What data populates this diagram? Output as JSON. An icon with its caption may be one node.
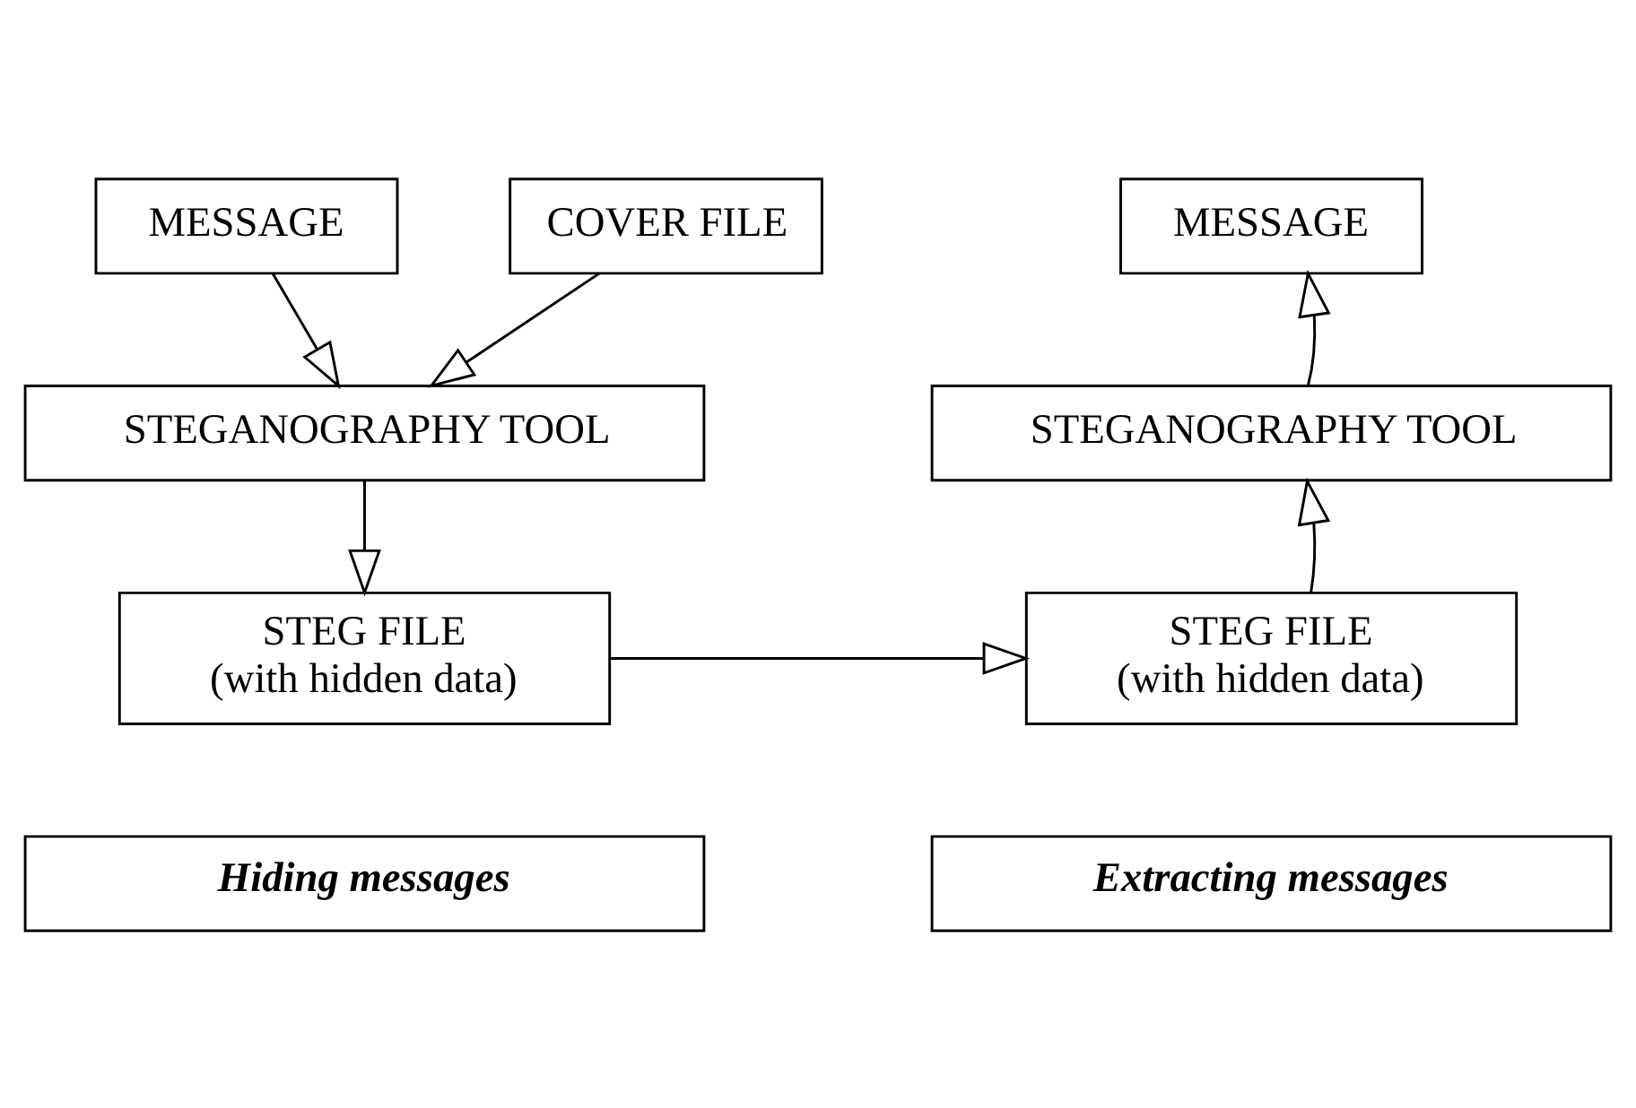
{
  "diagram": {
    "nodes": [
      {
        "text": [
          "MESSAGE"
        ]
      },
      {
        "text": [
          "COVER FILE"
        ]
      },
      {
        "text": [
          "STEGANOGRAPHY TOOL"
        ]
      },
      {
        "text": [
          "STEG FILE",
          "(with hidden data)"
        ]
      },
      {
        "text": [
          "MESSAGE"
        ]
      },
      {
        "text": [
          "STEGANOGRAPHY TOOL"
        ]
      },
      {
        "text": [
          "STEG FILE",
          "(with hidden data)"
        ]
      },
      {
        "text": [
          "Hiding messages"
        ]
      },
      {
        "text": [
          "Extracting messages"
        ]
      }
    ],
    "edges": [
      {
        "from": 0,
        "to": 2,
        "arrow": "to"
      },
      {
        "from": 1,
        "to": 2,
        "arrow": "to"
      },
      {
        "from": 2,
        "to": 3,
        "arrow": "to"
      },
      {
        "from": 3,
        "to": 6,
        "arrow": "to"
      },
      {
        "from": 6,
        "to": 5,
        "arrow": "to"
      },
      {
        "from": 5,
        "to": 4,
        "arrow": "to"
      }
    ]
  }
}
